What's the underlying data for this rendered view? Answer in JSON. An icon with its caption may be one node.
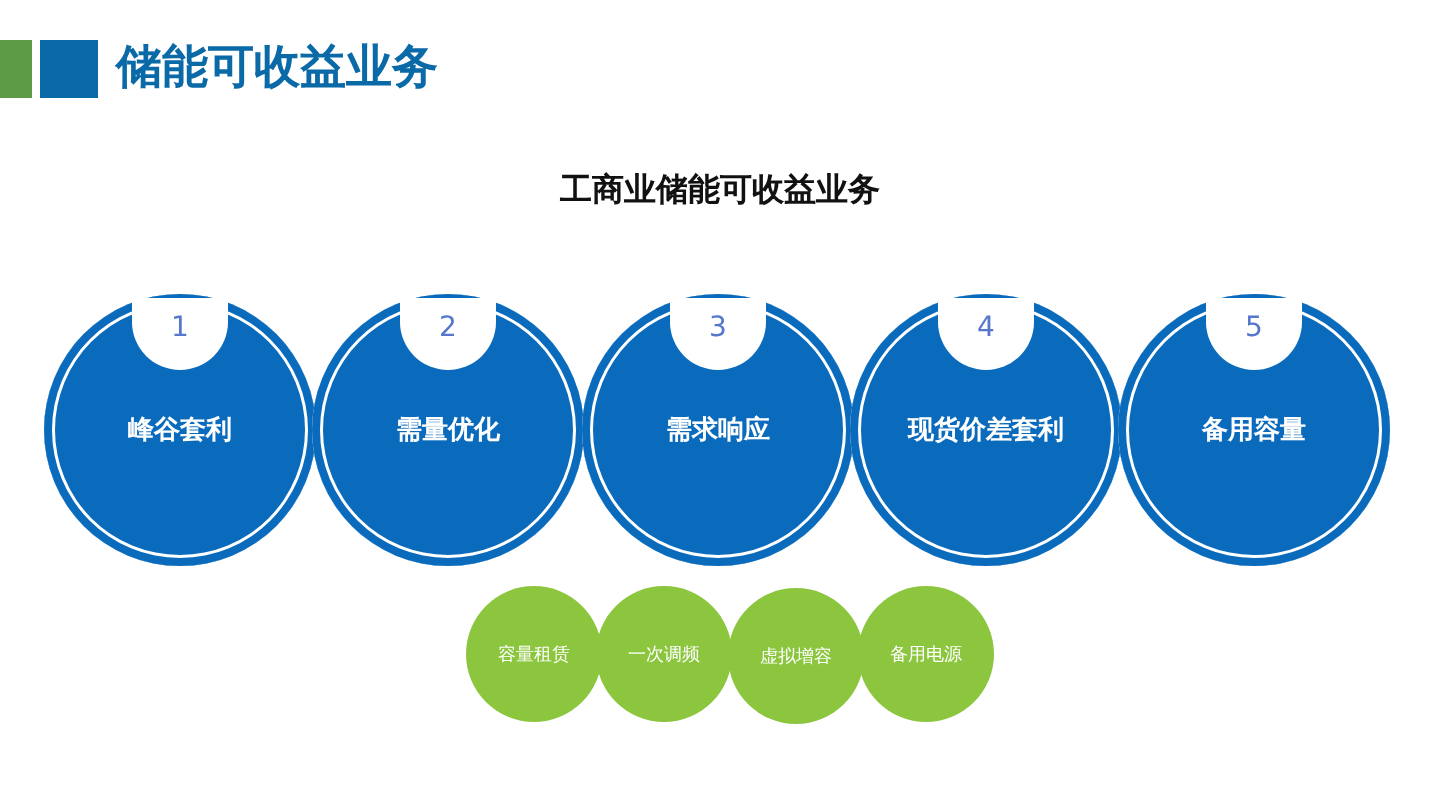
{
  "diagram": {
    "title": "储能可收益业务",
    "nodes": [
      {
        "text": [
          "1",
          "峰谷套利"
        ]
      },
      {
        "text": [
          "2",
          "需量优化"
        ]
      },
      {
        "text": [
          "3",
          "需求响应"
        ]
      },
      {
        "text": [
          "4",
          "现货价差套利"
        ]
      },
      {
        "text": [
          "5",
          "备用容量"
        ]
      },
      {
        "text": [
          "容量租赁"
        ]
      },
      {
        "text": [
          "一次调频"
        ]
      },
      {
        "text": [
          "虚拟增容"
        ]
      },
      {
        "text": [
          "备用电源"
        ]
      }
    ],
    "labels": [
      "工商业储能可收益业务"
    ]
  }
}
